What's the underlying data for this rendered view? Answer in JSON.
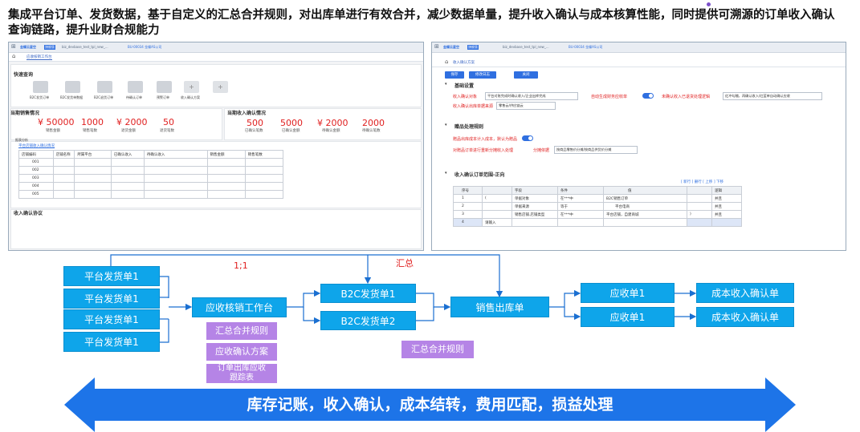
{
  "title": "集成平台订单、发货数据，基于自定义的汇总合并规则，对出库单进行有效合并，减少数据单量，提升收入确认与成本核算性能，同时提供可溯源的订单收入确认查询链路，提升业财合规能力",
  "left_panel": {
    "topbar": {
      "logo": "金蝶云星空",
      "badge": "旗舰版",
      "tenant": "biz_devbase_test_tpl_new_...",
      "org": "BU-00034 金蝶AS公司"
    },
    "tab": "应收核销工作台",
    "quick_title": "快速查询",
    "quick_items": [
      "B2C发货订单",
      "B2C发货单数据",
      "B2C退货订单",
      "待确认订单",
      "预警订单",
      "收入确认方案",
      "",
      ""
    ],
    "sales_title": "当期销售情况",
    "sales": [
      {
        "value": "¥ 50000",
        "label": "销售金额"
      },
      {
        "value": "1000",
        "label": "销售笔数"
      },
      {
        "value": "¥ 2000",
        "label": "退货金额"
      },
      {
        "value": "50",
        "label": "退货笔数"
      }
    ],
    "income_title": "当期收入确认情况",
    "income": [
      {
        "value": "500",
        "label": "已确认笔数"
      },
      {
        "value": "5000",
        "label": "已确认金额"
      },
      {
        "value": "¥ 2000",
        "label": "待确认金额"
      },
      {
        "value": "2000",
        "label": "待确认笔数"
      }
    ],
    "analysis_label": "报表分析",
    "analysis_link": "平台店铺收入确认情况",
    "table_headers": [
      "店铺编码",
      "店铺名称",
      "所属平台",
      "已确认收入",
      "待确认收入",
      "销售金额",
      "销售笔数"
    ],
    "table_rows": [
      "001",
      "002",
      "003",
      "004",
      "005"
    ],
    "footer_title": "收入确认协议"
  },
  "right_panel": {
    "topbar": {
      "logo": "金蝶云星空",
      "badge": "旗舰版",
      "tenant": "biz_devbase_test_tpl_new_...",
      "org": "BU-00034 金蝶AS公司"
    },
    "tab": "收入确认方案",
    "buttons": [
      "保存",
      "修改日志",
      "关闭"
    ],
    "basic_title": "基础设置",
    "basic_fields": [
      {
        "label": "收入确认对象",
        "value": "平台对账完成时确认收入/企业出库完成"
      },
      {
        "label": "自动生成财务应收单",
        "value": ""
      },
      {
        "label": "未确认收入已退货处理逻辑",
        "value": "红冲勾稽，再确认收入/红蓝单自动确认应收"
      },
      {
        "label": "收入确认出库单据来源",
        "value": "零售云/供应链云"
      }
    ],
    "gift_title": "赠品处理规则",
    "gift_fields": [
      {
        "label": "赠品出库成本计入成本，默认为赠品",
        "value": ""
      },
      {
        "label": "对赠品订单进行重新分摊收入处理",
        "value": ""
      },
      {
        "label": "分摊依据",
        "value": "按商品零售价分摊/按商品供货价分摊"
      }
    ],
    "range_title": "收入确认订单范围-正向",
    "range_actions": "[ 新行 ] 删行 [ 上移 ] 下移",
    "range_headers": [
      "序号",
      "(",
      "字段",
      "条件",
      "值",
      ")",
      "逻辑"
    ],
    "range_rows": [
      {
        "no": "1",
        "lp": "(",
        "field": "单据对象",
        "cond": "在***中",
        "val": "B2C销售订单",
        "rp": "",
        "logic": "并且"
      },
      {
        "no": "2",
        "lp": "",
        "field": "单据来源",
        "cond": "等于",
        "val": "平台电商",
        "rp": "",
        "logic": "并且"
      },
      {
        "no": "3",
        "lp": "",
        "field": "销售店铺.店铺类型",
        "cond": "在***中",
        "val": "平台店铺，自建商城",
        "rp": ")",
        "logic": "并且"
      },
      {
        "no": "4",
        "lp": "请输入",
        "field": "",
        "cond": "",
        "val": "",
        "rp": "",
        "logic": ""
      }
    ]
  },
  "flow": {
    "sources": [
      "平台发货单1",
      "平台发货单1",
      "平台发货单1",
      "平台发货单1"
    ],
    "workbench": "应收核销工作台",
    "workbench_subs": [
      "汇总合并规则",
      "应收确认方案",
      "订单出库应收跟踪表"
    ],
    "ratio_label": "1;1",
    "merge_label": "汇总",
    "b2c": [
      "B2C发货单1",
      "B2C发货单2"
    ],
    "outbound": "销售出库单",
    "outbound_sub": "汇总合并规则",
    "receivables": [
      "应收单1",
      "应收单1"
    ],
    "confirms": [
      "成本收入确认单",
      "成本收入确认单"
    ],
    "arrow_text": "库存记账，收入确认，成本结转，费用匹配，损益处理"
  },
  "colors": {
    "flow_box": "#0ea5ea",
    "flow_purple": "#b584e6",
    "arrow": "#1d74e8",
    "red": "#e02020"
  }
}
